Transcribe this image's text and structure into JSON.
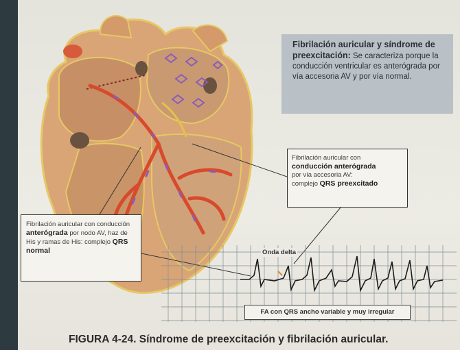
{
  "colors": {
    "heart_fill": "#d9a577",
    "heart_outline": "#e6c864",
    "conduction_red": "#d74a2b",
    "fibrillation_purple": "#8a5cb8",
    "info_box_bg": "#b9c0c6",
    "ecg_grid": "#7f8c95"
  },
  "info_box": {
    "title": "Fibrilación auricular y síndrome de preexcitación:",
    "text": " Se caracteriza porque la conducción ventricular es anterógrada por vía accesoria AV  y por vía normal."
  },
  "callout_right": {
    "line1": "Fibrilación auricular con",
    "bold": "conducción anterógrada",
    "line2": "por vía accesoria AV:",
    "line3": "complejo ",
    "bold2": "QRS preexcitado"
  },
  "callout_left": {
    "line1": "Fibrilación auricular con conducción ",
    "bold": "anterógrada",
    "line2": " por nodo AV, haz de His y ramas de His: complejo ",
    "bold2": "QRS normal"
  },
  "ecg": {
    "onda_label": "Onda delta",
    "caption": "FA con QRS ancho variable y muy irregular"
  },
  "figure_caption": "FIGURA 4-24. Síndrome de preexcitación y fibrilación auricular."
}
